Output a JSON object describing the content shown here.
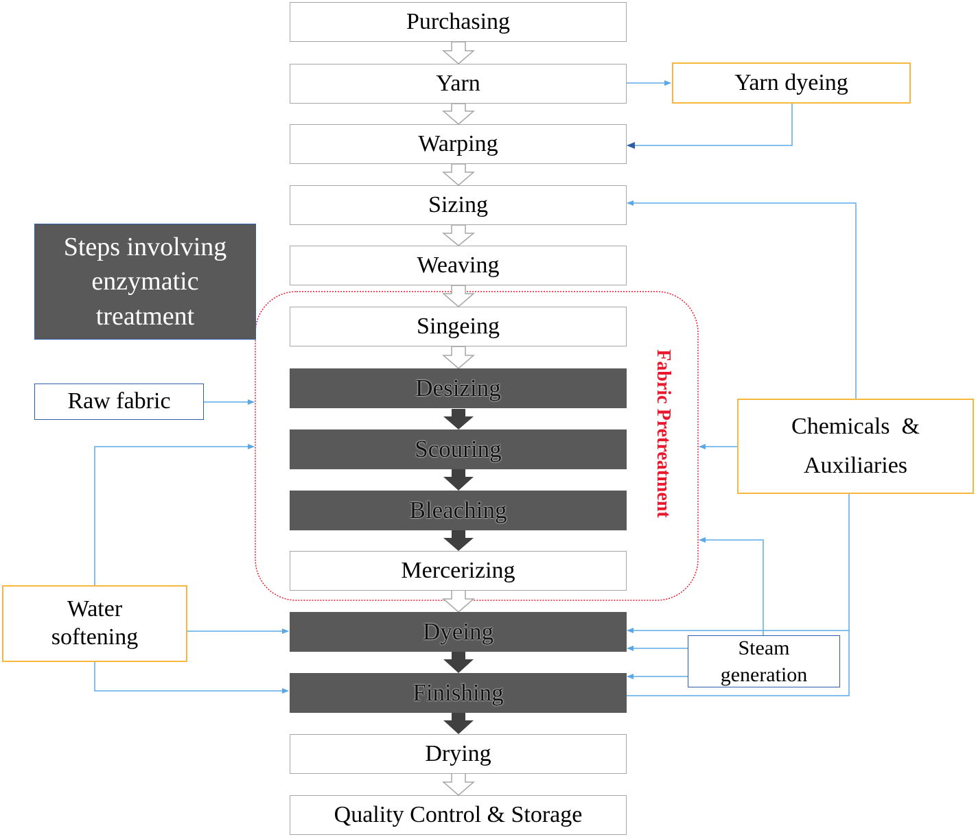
{
  "legend": {
    "text": "Steps involving enzymatic treatment"
  },
  "process_steps": [
    {
      "label": "Purchasing",
      "enzymatic": false
    },
    {
      "label": "Yarn",
      "enzymatic": false
    },
    {
      "label": "Warping",
      "enzymatic": false
    },
    {
      "label": "Sizing",
      "enzymatic": false
    },
    {
      "label": "Weaving",
      "enzymatic": false
    },
    {
      "label": "Singeing",
      "enzymatic": false
    },
    {
      "label": "Desizing",
      "enzymatic": true
    },
    {
      "label": "Scouring",
      "enzymatic": true
    },
    {
      "label": "Bleaching",
      "enzymatic": true
    },
    {
      "label": "Mercerizing",
      "enzymatic": false
    },
    {
      "label": "Dyeing",
      "enzymatic": true
    },
    {
      "label": "Finishing",
      "enzymatic": true
    },
    {
      "label": "Drying",
      "enzymatic": false
    },
    {
      "label": "Quality Control & Storage",
      "enzymatic": false
    }
  ],
  "inputs": {
    "yarn_dyeing": "Yarn dyeing",
    "raw_fabric": "Raw fabric",
    "water_softening": "Water softening",
    "chemicals": "Chemicals  &  Auxiliaries",
    "steam": "Steam generation"
  },
  "group": {
    "label": "Fabric Pretreatment"
  },
  "colors": {
    "enzymatic_fill": "#595959",
    "step_border": "#a6a6a6",
    "input_orange": "#f6b73c",
    "input_blue": "#2e5ea8",
    "arrow_light_blue": "#5aa9e6",
    "group_red": "#e8192c"
  }
}
